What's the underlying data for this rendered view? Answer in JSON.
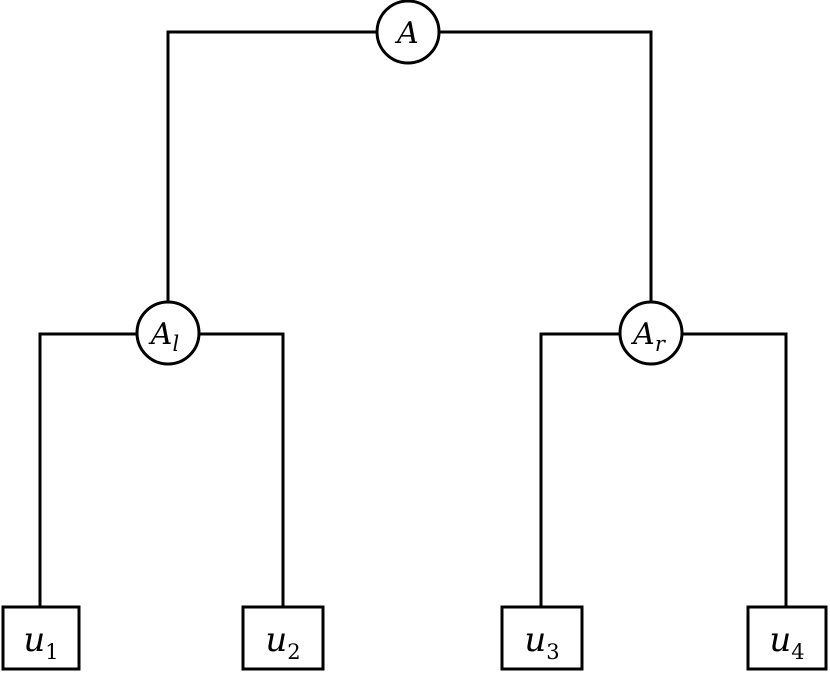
{
  "diagram": {
    "root": {
      "main": "A",
      "sub": ""
    },
    "internal_left": {
      "main": "A",
      "sub": "l"
    },
    "internal_right": {
      "main": "A",
      "sub": "r"
    },
    "leaves": [
      {
        "main": "u",
        "sub": "1"
      },
      {
        "main": "u",
        "sub": "2"
      },
      {
        "main": "u",
        "sub": "3"
      },
      {
        "main": "u",
        "sub": "4"
      }
    ]
  }
}
